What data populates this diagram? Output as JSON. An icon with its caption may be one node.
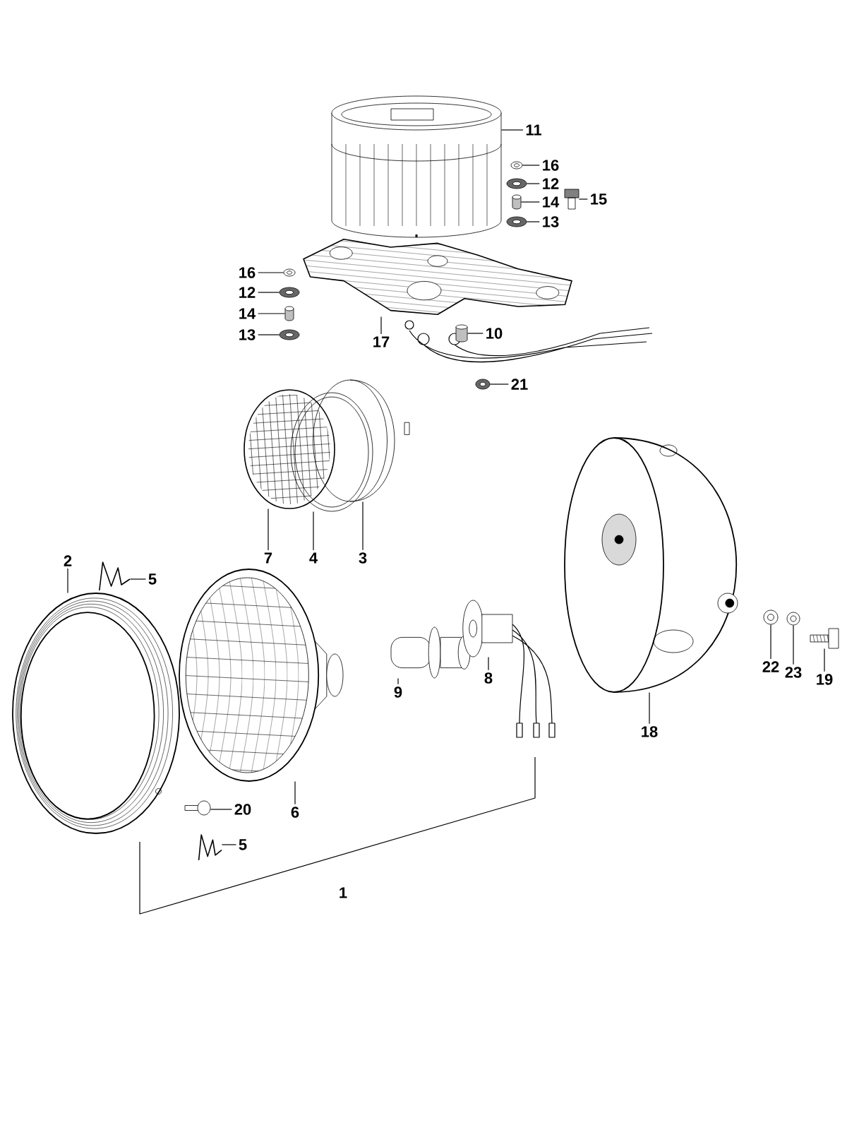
{
  "diagram": {
    "nodes": [
      {
        "text": [
          "11"
        ]
      },
      {
        "text": [],
        "shape": "picture"
      },
      {
        "text": [
          "16"
        ]
      },
      {
        "text": [],
        "shape": "picture"
      },
      {
        "text": [
          "12"
        ]
      },
      {
        "text": [],
        "shape": "picture"
      },
      {
        "text": [
          "14"
        ]
      },
      {
        "text": [],
        "shape": "cylinder"
      },
      {
        "text": [
          "13"
        ]
      },
      {
        "text": [],
        "shape": "picture"
      },
      {
        "text": [
          "15"
        ]
      },
      {
        "text": [],
        "shape": "picture"
      },
      {
        "text": [
          "16"
        ]
      },
      {
        "text": [],
        "shape": "picture"
      },
      {
        "text": [
          "12"
        ]
      },
      {
        "text": [],
        "shape": "picture"
      },
      {
        "text": [
          "14"
        ]
      },
      {
        "text": [],
        "shape": "cylinder"
      },
      {
        "text": [
          "13"
        ]
      },
      {
        "text": [],
        "shape": "picture"
      },
      {
        "text": [
          "17"
        ]
      },
      {
        "text": [],
        "shape": "picture"
      },
      {
        "text": [
          "10"
        ]
      },
      {
        "text": [],
        "shape": "cylinder"
      },
      {
        "text": [
          "21"
        ]
      },
      {
        "text": [],
        "shape": "picture"
      },
      {
        "text": [
          "7"
        ]
      },
      {
        "text": [],
        "shape": "picture"
      },
      {
        "text": [
          "4"
        ]
      },
      {
        "text": [],
        "shape": "picture"
      },
      {
        "text": [
          "3"
        ]
      },
      {
        "text": [],
        "shape": "picture"
      },
      {
        "text": [
          "2"
        ]
      },
      {
        "text": [],
        "shape": "picture"
      },
      {
        "text": [
          "5"
        ]
      },
      {
        "text": [],
        "shape": "picture"
      },
      {
        "text": [
          "9"
        ]
      },
      {
        "text": [],
        "shape": "picture"
      },
      {
        "text": [
          "8"
        ]
      },
      {
        "text": [],
        "shape": "picture"
      },
      {
        "text": [
          "18"
        ]
      },
      {
        "text": [],
        "shape": "picture"
      },
      {
        "text": [
          "22"
        ]
      },
      {
        "text": [],
        "shape": "picture"
      },
      {
        "text": [
          "23"
        ]
      },
      {
        "text": [],
        "shape": "picture"
      },
      {
        "text": [
          "19"
        ]
      },
      {
        "text": [],
        "shape": "picture"
      },
      {
        "text": [
          "6"
        ]
      },
      {
        "text": [],
        "shape": "picture"
      },
      {
        "text": [
          "20"
        ]
      },
      {
        "text": [],
        "shape": "picture"
      },
      {
        "text": [
          "5"
        ]
      },
      {
        "text": [],
        "shape": "picture"
      }
    ],
    "edges": [
      {
        "from": 0,
        "to": 1,
        "arrow": "none"
      },
      {
        "from": 2,
        "to": 3,
        "arrow": "none"
      },
      {
        "from": 4,
        "to": 5,
        "arrow": "none"
      },
      {
        "from": 6,
        "to": 7,
        "arrow": "none"
      },
      {
        "from": 8,
        "to": 9,
        "arrow": "none"
      },
      {
        "from": 10,
        "to": 11,
        "arrow": "none"
      },
      {
        "from": 12,
        "to": 13,
        "arrow": "none"
      },
      {
        "from": 14,
        "to": 15,
        "arrow": "none"
      },
      {
        "from": 16,
        "to": 17,
        "arrow": "none"
      },
      {
        "from": 18,
        "to": 19,
        "arrow": "none"
      },
      {
        "from": 20,
        "to": 21,
        "arrow": "none"
      },
      {
        "from": 22,
        "to": 23,
        "arrow": "none"
      },
      {
        "from": 24,
        "to": 25,
        "arrow": "none"
      },
      {
        "from": 26,
        "to": 27,
        "arrow": "none"
      },
      {
        "from": 28,
        "to": 29,
        "arrow": "none"
      },
      {
        "from": 30,
        "to": 31,
        "arrow": "none"
      },
      {
        "from": 32,
        "to": 33,
        "arrow": "none"
      },
      {
        "from": 34,
        "to": 35,
        "arrow": "none"
      },
      {
        "from": 36,
        "to": 37,
        "arrow": "none"
      },
      {
        "from": 38,
        "to": 39,
        "arrow": "none"
      },
      {
        "from": 40,
        "to": 41,
        "arrow": "none"
      },
      {
        "from": 42,
        "to": 43,
        "arrow": "none"
      },
      {
        "from": 44,
        "to": 45,
        "arrow": "none"
      },
      {
        "from": 46,
        "to": 47,
        "arrow": "none"
      },
      {
        "from": 48,
        "to": 49,
        "arrow": "none"
      },
      {
        "from": 50,
        "to": 51,
        "arrow": "none"
      },
      {
        "from": 52,
        "to": 53,
        "arrow": "none"
      }
    ],
    "labels": [
      "1"
    ]
  }
}
